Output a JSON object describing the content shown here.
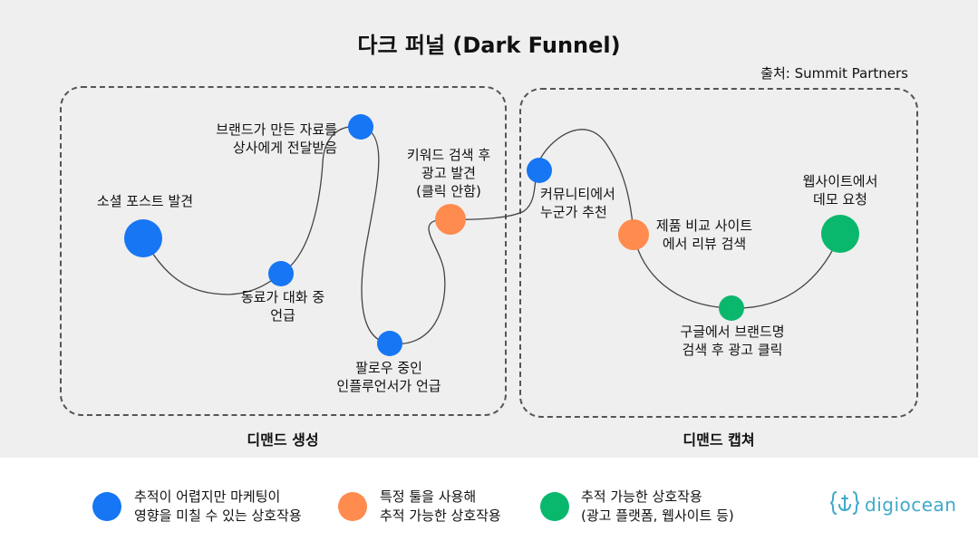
{
  "title": "다크 퍼널 (Dark Funnel)",
  "source": "출처: Summit Partners",
  "colors": {
    "blue": "#1676f3",
    "orange": "#ff8b4f",
    "green": "#0ab86d",
    "logo": "#3fa9c9"
  },
  "panels": {
    "demand_generation": "디맨드 생성",
    "demand_capture": "디맨드 캡쳐"
  },
  "nodes": {
    "social_post": {
      "label": [
        "소셜 포스트 발견"
      ],
      "color": "blue"
    },
    "brand_content": {
      "label": [
        "브랜드가 만든 자료를",
        "상사에게 전달받음"
      ],
      "color": "blue"
    },
    "colleague_talk": {
      "label": [
        "동료가 대화 중",
        "언급"
      ],
      "color": "blue"
    },
    "influencer": {
      "label": [
        "팔로우 중인",
        "인플루언서가 언급"
      ],
      "color": "blue"
    },
    "keyword_ad": {
      "label": [
        "키워드 검색 후",
        "광고 발견",
        "(클릭 안함)"
      ],
      "color": "orange"
    },
    "community": {
      "label": [
        "커뮤니티에서",
        "누군가 추천"
      ],
      "color": "blue"
    },
    "review_site": {
      "label": [
        "제품 비교 사이트",
        "에서 리뷰 검색"
      ],
      "color": "orange"
    },
    "google_brand": {
      "label": [
        "구글에서 브랜드명",
        "검색 후 광고 클릭"
      ],
      "color": "green"
    },
    "demo_request": {
      "label": [
        "웹사이트에서",
        "데모 요청"
      ],
      "color": "green"
    }
  },
  "legend": [
    {
      "color": "blue",
      "lines": [
        "추적이 어렵지만 마케팅이",
        "영향을 미칠 수 있는 상호작용"
      ]
    },
    {
      "color": "orange",
      "lines": [
        "특정 툴을 사용해",
        "추적 가능한 상호작용"
      ]
    },
    {
      "color": "green",
      "lines": [
        "추적 가능한 상호작용",
        "(광고 플랫폼, 웹사이트 등)"
      ]
    }
  ],
  "logo": {
    "text": "digiocean",
    "icon": "anchor-bracket-icon"
  }
}
